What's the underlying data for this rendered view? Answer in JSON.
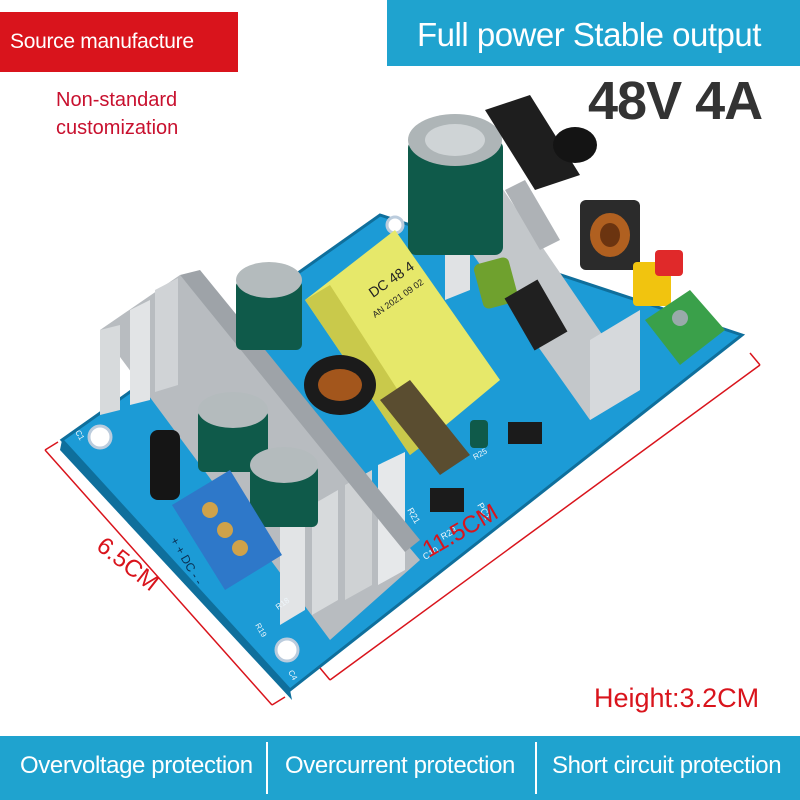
{
  "header": {
    "left_banner": "Source manufacture",
    "note_line1": "Non-standard",
    "note_line2": "customization",
    "right_banner": "Full power Stable output",
    "spec": "48V 4A"
  },
  "board": {
    "transformer_line1": "DC 48 4",
    "transformer_line2": "AN 2021 09 02",
    "terminal_label": "+ + DC - -",
    "silkscreen": [
      "R21",
      "R23",
      "C10",
      "PC1",
      "R18",
      "R19",
      "C1",
      "C4",
      "R25"
    ]
  },
  "dimensions": {
    "width": "11.5CM",
    "depth": "6.5CM",
    "height": "Height:3.2CM"
  },
  "features": [
    "Overvoltage protection",
    "Overcurrent protection",
    "Short circuit protection"
  ],
  "colors": {
    "accent_blue": "#1fa3cf",
    "brand_red": "#d9141c",
    "pcb": "#1c9bd6"
  }
}
